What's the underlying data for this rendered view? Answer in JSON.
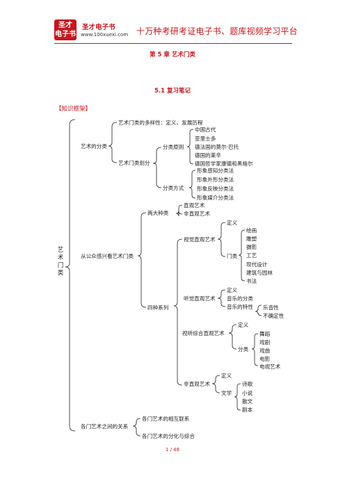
{
  "header": {
    "logo_text": "圣才\n电子书",
    "brand_name": "圣才电子书",
    "brand_url": "www.100xuexi.com",
    "slogan": "十万种考研考证电子书、题库视频学习平台"
  },
  "chapter_title": "第 5 章  艺术门类",
  "section_title": "5.1   复习笔记",
  "knowledge_framework_label": "【知识框架】",
  "tree": {
    "root": "艺术门类",
    "n1": "艺术的分类",
    "n1a": "艺术门类的多样性：定义、发展历程",
    "n1b": "艺术门类划分",
    "n1b1": "分类原则",
    "n1b1_items": [
      "中国古代",
      "亚里士多",
      "德法国的莫尔·巴托",
      "德国的莱辛",
      "德国哲学家康德和黑格尔"
    ],
    "n1b2": "分类方式",
    "n1b2_items": [
      "形象感知分类法",
      "形象外形分类法",
      "形象反映分类法",
      "形象媒介分类法"
    ],
    "n2": "从公众感兴看艺术门类",
    "n2a": "两大种类",
    "n2a_items": [
      "直观艺术",
      "非直观艺术"
    ],
    "n2b": "四种系列",
    "visual": "视觉直观艺术",
    "visual_def": "定义",
    "visual_cats": "门类",
    "visual_cat_items": [
      "绘画",
      "雕塑",
      "摄影",
      "工艺",
      "现代设计",
      "建筑与园林",
      "书法"
    ],
    "audio": "听觉直观艺术",
    "audio_items": [
      "定义",
      "音乐的分类",
      "音乐的特性"
    ],
    "audio_traits": [
      "乐音性",
      "不确定性"
    ],
    "av": "视听综合直观艺术",
    "av_def": "定义",
    "av_cats": "分类",
    "av_cat_items": [
      "舞蹈",
      "戏剧",
      "戏曲",
      "电影",
      "电视艺术"
    ],
    "nonvisual": "非直观艺术",
    "nonvisual_def": "定义",
    "literature": "文学",
    "literature_items": [
      "诗歌",
      "小说",
      "散文",
      "剧本"
    ],
    "n3": "各门艺术之间的关系",
    "n3_items": [
      "各门艺术的相互联系",
      "各门艺术的分化与综合"
    ]
  },
  "page_number": "1 / 48"
}
